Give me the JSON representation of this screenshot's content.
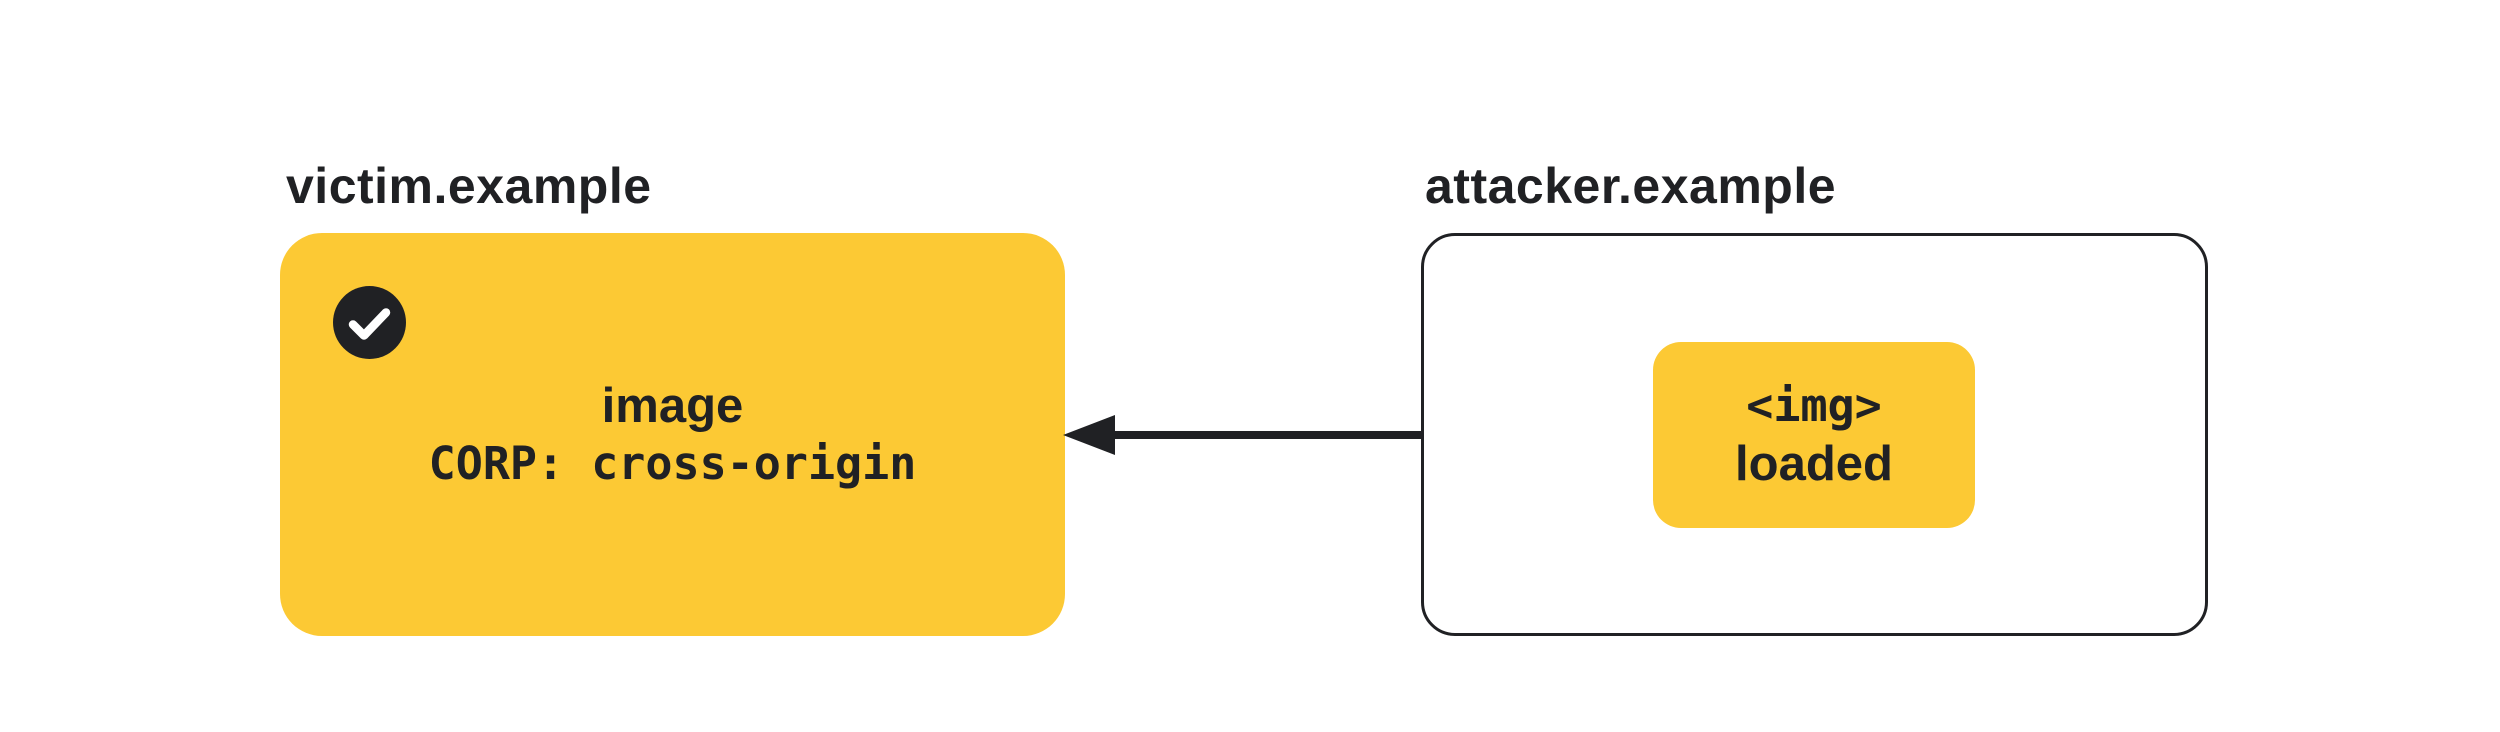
{
  "victim": {
    "label": "victim.example",
    "status_icon": "check-icon",
    "resource_type": "image",
    "corp_header": "CORP: cross-origin"
  },
  "attacker": {
    "label": "attacker.example",
    "img_tag": "<img>",
    "img_status": "loaded"
  },
  "arrow": {
    "direction": "right-to-left",
    "from": "attacker.example",
    "to": "victim.example"
  },
  "colors": {
    "highlight_yellow": "#FCC934",
    "ink": "#202124",
    "background": "#FFFFFF"
  }
}
